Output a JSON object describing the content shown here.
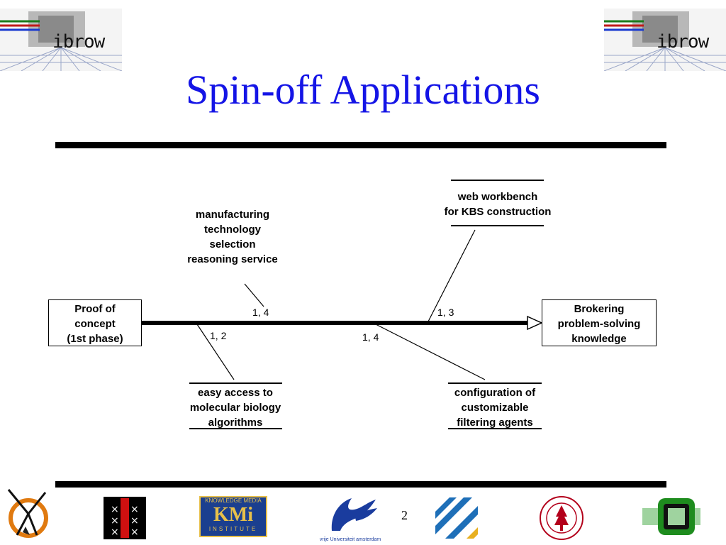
{
  "header": {
    "logo_text": "ibrow",
    "title": "Spin-off Applications"
  },
  "diagram": {
    "start_box": [
      "Proof of",
      "concept",
      "(1st phase)"
    ],
    "end_box": [
      "Brokering",
      "problem-solving",
      "knowledge"
    ],
    "branches": [
      {
        "lines": [
          "manufacturing",
          "technology",
          "selection",
          "reasoning service"
        ],
        "label": "1, 4"
      },
      {
        "lines": [
          "web workbench",
          "for KBS construction"
        ],
        "label": "1, 3"
      },
      {
        "lines": [
          "easy access to",
          "molecular biology",
          "algorithms"
        ],
        "label": "1, 2"
      },
      {
        "lines": [
          "configuration of",
          "customizable",
          "filtering agents"
        ],
        "label": "1, 4"
      }
    ]
  },
  "footer": {
    "page_number": "2",
    "logos": [
      "tripod-logo",
      "uva-logo",
      "kmi-logo",
      "vu-amsterdam-logo",
      "stripes-logo",
      "stanford-seal",
      "green-square-logo"
    ],
    "kmi_top": "KNOWLEDGE MEDIA",
    "kmi_main": "KMi",
    "kmi_bottom": "INSTITUTE",
    "vu_text": "vrije Universiteit amsterdam"
  },
  "colors": {
    "title": "#1414e6",
    "kmi_bg": "#1b3f8f",
    "kmi_gold": "#e8c04a",
    "vu_blue": "#1a3c9e",
    "stanford_red": "#b3001b",
    "green": "#1e8c1e"
  }
}
